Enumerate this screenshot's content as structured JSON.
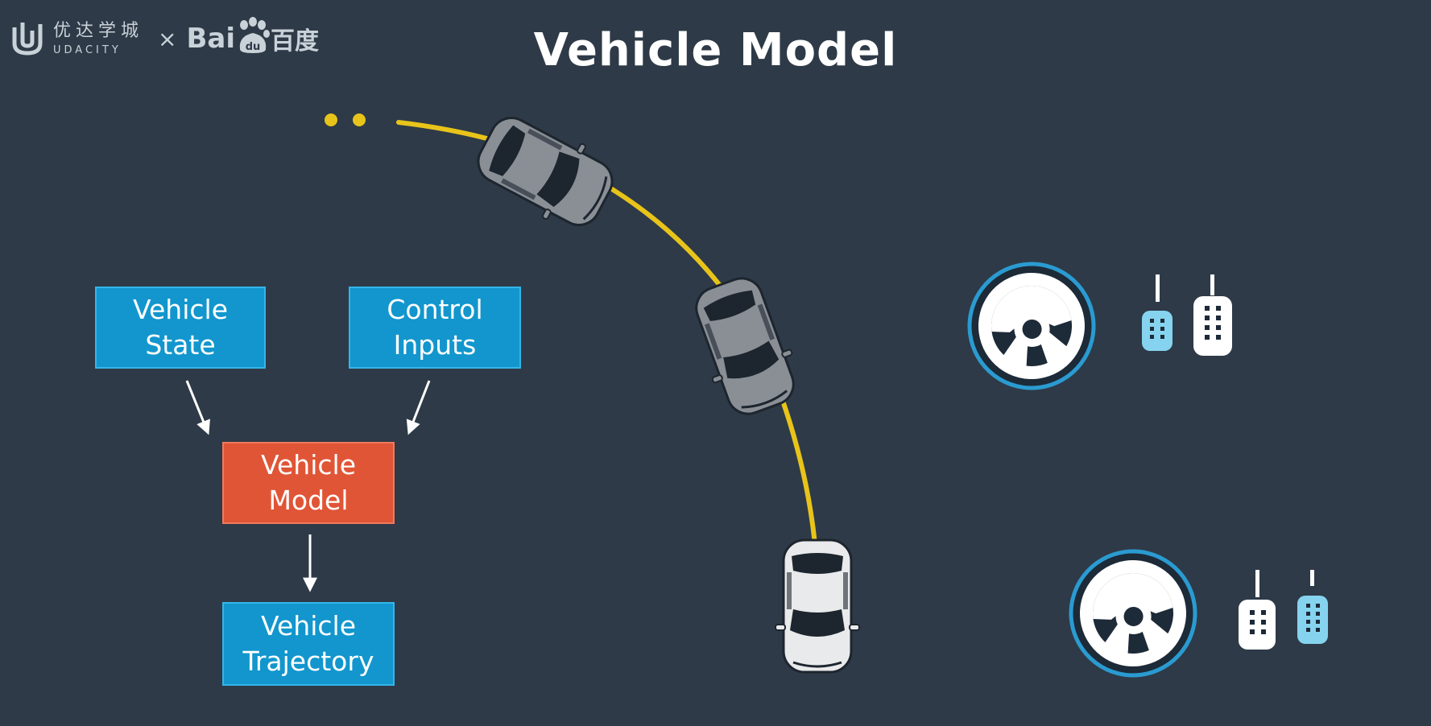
{
  "header": {
    "udacity_cn": "优达学城",
    "udacity_en": "UDACITY",
    "separator": "×",
    "baidu_latin": "Bai",
    "baidu_cn": "百度"
  },
  "title": "Vehicle Model",
  "diagram": {
    "boxes": [
      {
        "id": "vehicle-state",
        "lines": [
          "Vehicle",
          "State"
        ],
        "color": "#1296cd"
      },
      {
        "id": "control-inputs",
        "lines": [
          "Control",
          "Inputs"
        ],
        "color": "#1296cd"
      },
      {
        "id": "vehicle-model",
        "lines": [
          "Vehicle",
          "Model"
        ],
        "color": "#e05536"
      },
      {
        "id": "vehicle-trajectory",
        "lines": [
          "Vehicle",
          "Trajectory"
        ],
        "color": "#1296cd"
      }
    ],
    "edges": [
      [
        "vehicle-state",
        "vehicle-model"
      ],
      [
        "control-inputs",
        "vehicle-model"
      ],
      [
        "vehicle-model",
        "vehicle-trajectory"
      ]
    ]
  },
  "illustration": {
    "path_color": "#e8c41a",
    "cars": [
      "car-top",
      "car-middle",
      "car-bottom"
    ],
    "controls": [
      {
        "id": "controls-upper",
        "icons": [
          "steering-wheel-icon",
          "brake-pedal-icon",
          "gas-pedal-icon"
        ],
        "active_pedal": "left"
      },
      {
        "id": "controls-lower",
        "icons": [
          "steering-wheel-icon",
          "brake-pedal-icon",
          "gas-pedal-icon"
        ],
        "active_pedal": "right"
      }
    ],
    "accent_color": "#86d3ef"
  }
}
